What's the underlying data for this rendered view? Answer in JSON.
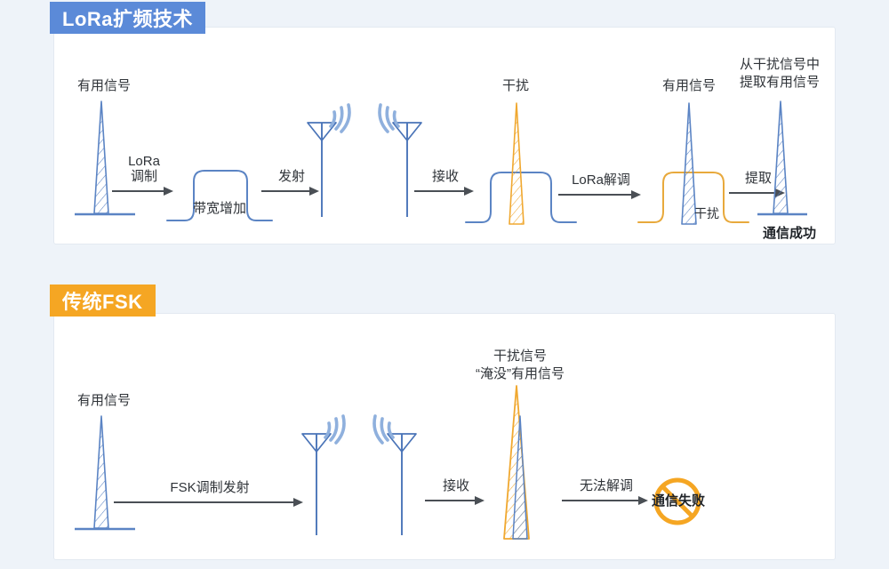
{
  "page": {
    "background_color": "#eef3f9",
    "card_color": "#ffffff"
  },
  "colors": {
    "lora_accent": "#5b8ad8",
    "fsk_accent": "#f5a623",
    "signal_blue": "#5b84c4",
    "interference_orange": "#f0a830",
    "arrow_gray": "#4a4f55",
    "text": "#2f3338"
  },
  "sections": [
    {
      "id": "lora",
      "tab_label": "LoRa扩频技术",
      "tab_color": "#5b8ad8",
      "stages": [
        {
          "name": "useful-signal-source",
          "label": "有用信号",
          "icon": "blue-hatched-spike"
        },
        {
          "name": "lora-modulation-arrow",
          "label": "LoRa\n调制"
        },
        {
          "name": "widened-bandwidth",
          "label": "带宽增加",
          "icon": "blue-wideband-curve"
        },
        {
          "name": "transmit-arrow",
          "label": "发射"
        },
        {
          "name": "transmit-antenna",
          "label": "",
          "icon": "antenna-transmit"
        },
        {
          "name": "receive-antenna",
          "label": "",
          "icon": "antenna-receive"
        },
        {
          "name": "receive-arrow",
          "label": "接收"
        },
        {
          "name": "interference-over-wideband",
          "label": "干扰",
          "icon": "orange-hatched-spike-over-blue-band"
        },
        {
          "name": "lora-demodulation-arrow",
          "label": "LoRa解调"
        },
        {
          "name": "recovered-signal",
          "label": "有用信号",
          "sub_label": "干扰",
          "icon": "blue-spike-over-orange-band"
        },
        {
          "name": "extract-arrow",
          "label": "提取"
        },
        {
          "name": "extracted-useful-signal",
          "label": "从干扰信号中\n提取有用信号",
          "icon": "blue-hatched-spike"
        }
      ],
      "labels": {
        "useful_signal": "有用信号",
        "lora_modulation_line1": "LoRa",
        "lora_modulation_line2": "调制",
        "bandwidth_increase": "带宽增加",
        "transmit": "发射",
        "receive": "接收",
        "interference": "干扰",
        "lora_demodulation": "LoRa解调",
        "useful_signal_2": "有用信号",
        "interference_2": "干扰",
        "extract": "提取",
        "extract_from_interference_line1": "从干扰信号中",
        "extract_from_interference_line2": "提取有用信号",
        "result": "通信成功"
      }
    },
    {
      "id": "fsk",
      "tab_label": "传统FSK",
      "tab_color": "#f5a623",
      "labels": {
        "useful_signal": "有用信号",
        "fsk_modulate_transmit": "FSK调制发射",
        "receive": "接收",
        "interference_title_line1": "干扰信号",
        "interference_title_line2": "“淹没”有用信号",
        "cannot_demodulate": "无法解调",
        "result": "通信失败"
      },
      "stages": [
        {
          "name": "useful-signal-source",
          "label": "有用信号",
          "icon": "blue-hatched-spike"
        },
        {
          "name": "fsk-transmit-arrow",
          "label": "FSK调制发射"
        },
        {
          "name": "transmit-antenna",
          "label": "",
          "icon": "antenna-transmit"
        },
        {
          "name": "receive-antenna",
          "label": "",
          "icon": "antenna-receive"
        },
        {
          "name": "receive-arrow",
          "label": "接收"
        },
        {
          "name": "drowned-signal",
          "label": "干扰信号“淹没”有用信号",
          "icon": "orange-spike-covering-blue-spike"
        },
        {
          "name": "cannot-demodulate-arrow",
          "label": "无法解调"
        },
        {
          "name": "failure-badge",
          "label": "通信失败",
          "icon": "prohibition-icon"
        }
      ]
    }
  ]
}
